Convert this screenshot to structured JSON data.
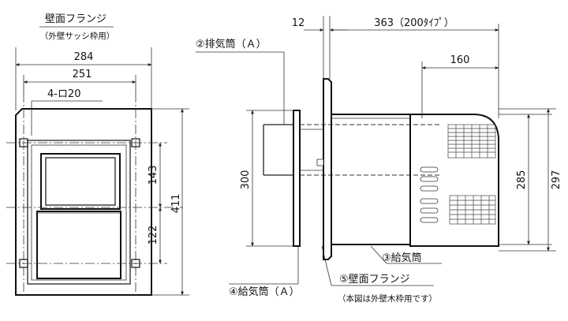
{
  "front_view": {
    "title": "壁面フランジ",
    "subtitle": "（外壁サッシ枠用）",
    "dim_width_outer": "284",
    "dim_width_inner": "251",
    "dim_holes": "4-ロ20",
    "dim_upper_pitch": "143",
    "dim_lower_pitch": "122",
    "dim_height": "411"
  },
  "side_view": {
    "dim_flange_thickness": "12",
    "dim_total_length": "363（200ﾀｲﾌﾟ）",
    "dim_hood_length": "160",
    "dim_height_left": "300",
    "dim_height_hood": "285",
    "dim_height_outer": "297",
    "label_exhaust": "②排気筒（Ａ）",
    "label_supply_3": "③給気筒",
    "label_supply_4": "④給気筒（Ａ）",
    "label_flange": "⑤壁面フランジ",
    "label_flange_note": "（本図は外壁木枠用です）"
  }
}
